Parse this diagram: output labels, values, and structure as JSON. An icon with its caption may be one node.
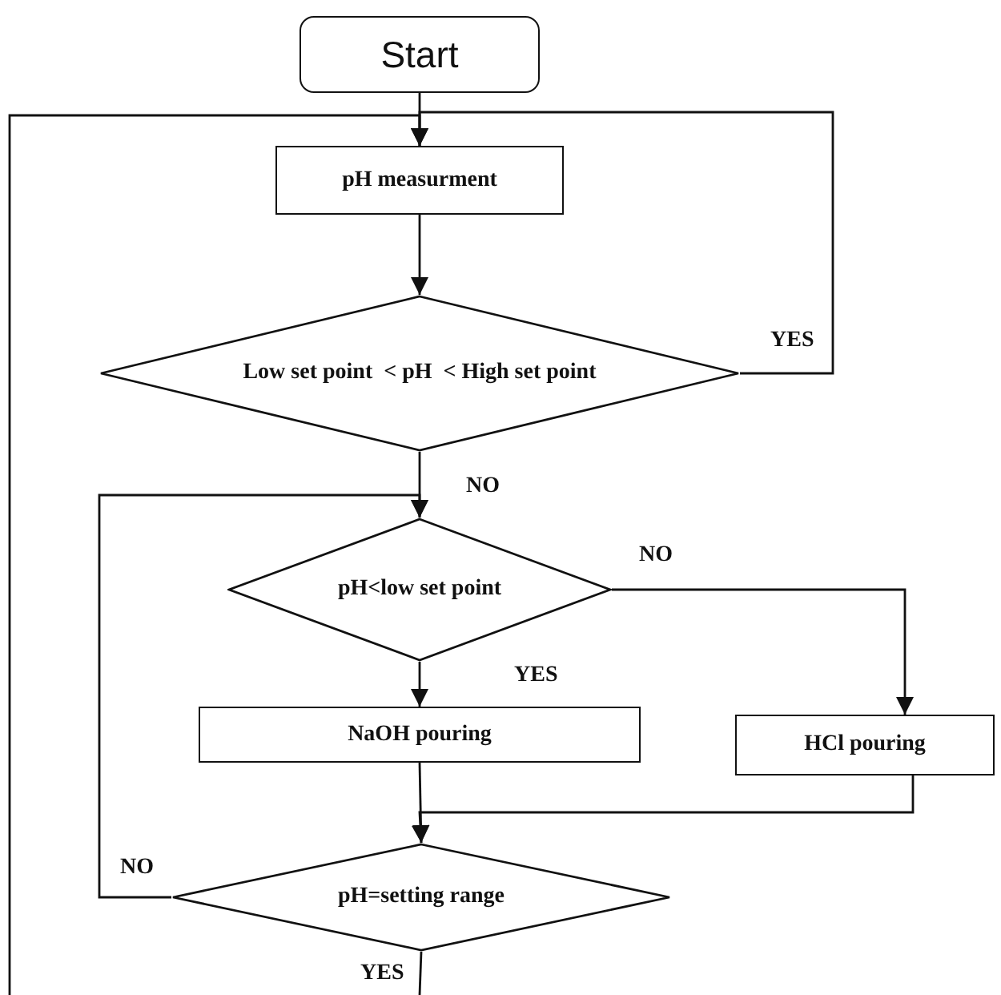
{
  "diagram": {
    "nodes": [
      {
        "text": [
          "Start"
        ]
      },
      {
        "text": [
          "pH measurment"
        ]
      },
      {
        "text": [
          "Low set point  < pH  < High set point"
        ]
      },
      {
        "text": [
          "pH<low set point"
        ]
      },
      {
        "text": [
          "NaOH pouring"
        ]
      },
      {
        "text": [
          "HCl pouring"
        ]
      },
      {
        "text": [
          "pH=setting range"
        ]
      }
    ],
    "edges": [
      {
        "from": 0,
        "to": 1,
        "arrow": "to"
      },
      {
        "from": 1,
        "to": 2,
        "arrow": "to"
      },
      {
        "from": 2,
        "to": 1,
        "arrow": "to",
        "label": "YES"
      },
      {
        "from": 2,
        "to": 3,
        "arrow": "to",
        "label": "NO"
      },
      {
        "from": 3,
        "to": 4,
        "arrow": "to",
        "label": "YES"
      },
      {
        "from": 3,
        "to": 5,
        "arrow": "to",
        "label": "NO"
      },
      {
        "from": 4,
        "to": 6,
        "arrow": "to"
      },
      {
        "from": 5,
        "to": 6,
        "arrow": "to"
      },
      {
        "from": 6,
        "to": 3,
        "arrow": "to",
        "label": "NO"
      },
      {
        "from": 6,
        "to": null,
        "arrow": "none",
        "label": "YES"
      },
      {
        "from": null,
        "to": 1,
        "arrow": "to"
      }
    ]
  }
}
